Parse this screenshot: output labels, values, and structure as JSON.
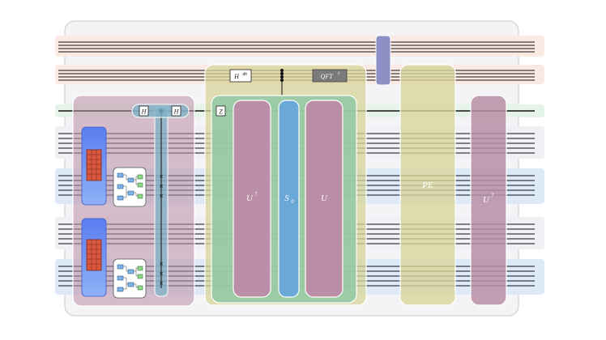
{
  "colors": {
    "outer_frame": "#f4f4f6",
    "band_red": "#fbe7e3",
    "band_green": "#e3f3e6",
    "band_gray": "#f0f0f3",
    "band_blue": "#dfeaf7",
    "purple_block": "#b98ea6",
    "olive_block": "#d8d49a",
    "green_block": "#8fc9a4",
    "blue_block": "#6aa8d8",
    "indigo_bar": "#8c8fc4",
    "wire": "#111111"
  },
  "gates": {
    "hadamard_power": "H",
    "hadamard_power_sup": "⊗t",
    "qft_dagger": "QFT",
    "qft_dagger_sup": "†",
    "h_left": "H",
    "h_right": "H",
    "z_gate": "Z"
  },
  "blocks": {
    "u_dagger": "U",
    "u_dagger_sup": "†",
    "s0": "S",
    "s0_sub": "0",
    "u": "U",
    "pe": "PE",
    "u_final": "U",
    "u_final_sup": "†"
  },
  "icons": {
    "memory_grid": "grid-memory-icon",
    "tree_structure": "tree-structure-icon"
  }
}
